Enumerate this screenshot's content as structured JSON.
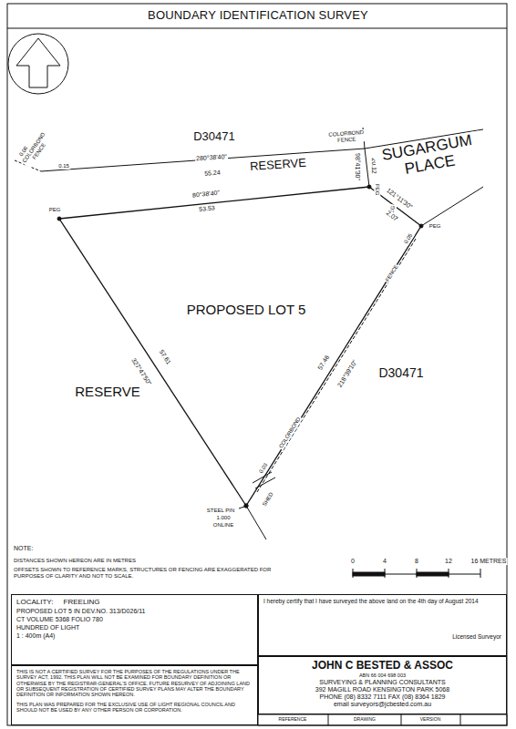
{
  "diagram": {
    "title": "BOUNDARY IDENTIFICATION SURVEY",
    "nodes": [
      {
        "text": [
          "LOCALITY:     FREELING",
          "PROPOSED LOT 5 IN DEV.NO. 313/D026/11",
          "CT VOLUME 5368 FOLIO 780",
          "HUNDRED OF LIGHT",
          "1 : 400m (A4)"
        ]
      },
      {
        "text": [
          "I hereby certify that I have surveyed the above land on the 4th day of August 2014",
          "Licensed Surveyor"
        ]
      },
      {
        "text": [
          "THIS IS NOT A CERTIFIED SURVEY FOR THE PURPOSES OF THE REGULATIONS UNDER THE SURVEY ACT, 1992. THIS PLAN WILL NOT BE EXAMINED FOR BOUNDARY DEFINITION OR OTHERWISE BY THE REGISTRAR-GENERAL'S OFFICE. FUTURE RESURVEY OF ADJOINING LAND OR SUBSEQUENT REGISTRATION OF CERTIFIED SURVEY PLANS MAY ALTER THE BOUNDARY DEFINITION OR INFORMATION SHOWN HEREON.",
          "THIS PLAN WAS PREPARED FOR THE EXCLUSIVE USE OF LIGHT REGIONAL COUNCIL AND SHOULD NOT BE USED BY ANY OTHER PERSON OR CORPORATION."
        ]
      },
      {
        "text": [
          "JOHN C BESTED & ASSOC",
          "ABN 66 004 698 003",
          "SURVEYING & PLANNING CONSULTANTS",
          "392 MAGILL ROAD  KENSINGTON PARK 5068",
          "PHONE (08) 8332 7111  FAX (08) 8364 1829",
          "email surveyors@jcbested.com.au"
        ]
      }
    ],
    "labels": [
      "D30471",
      "COLORBOND FENCE",
      "0.06",
      "COLORBOND FENCE",
      "0.15",
      "280°38'40\"",
      "55.24",
      "RESERVE",
      "80°38'40\"",
      "53.53",
      "PEG",
      "20.12",
      "98°41'30\"",
      "PEG",
      "PEG",
      "121°11'30\"",
      "2.07",
      "PEG",
      "SUGARGUM PLACE",
      "0.05",
      "FENCE",
      "PROPOSED LOT 5",
      "RESERVE",
      "57.61",
      "327°47'50\"",
      "57.46",
      "218°39'10\"",
      "D30471",
      "COLORBOND",
      "0.03",
      "SHED",
      "STEEL PIN",
      "1.000",
      "ONLINE",
      "0",
      "4",
      "8",
      "12",
      "16 METRES",
      "NOTE:",
      "DISTANCES SHOWN HEREON ARE IN METRES",
      "OFFSETS SHOWN TO REFERENCE MARKS, STRUCTURES OR FENCING ARE EXAGGERATED FOR PURPOSES OF CLARITY AND NOT TO SCALE.",
      "REFERENCE",
      "DRAWING",
      "VERSION"
    ]
  }
}
